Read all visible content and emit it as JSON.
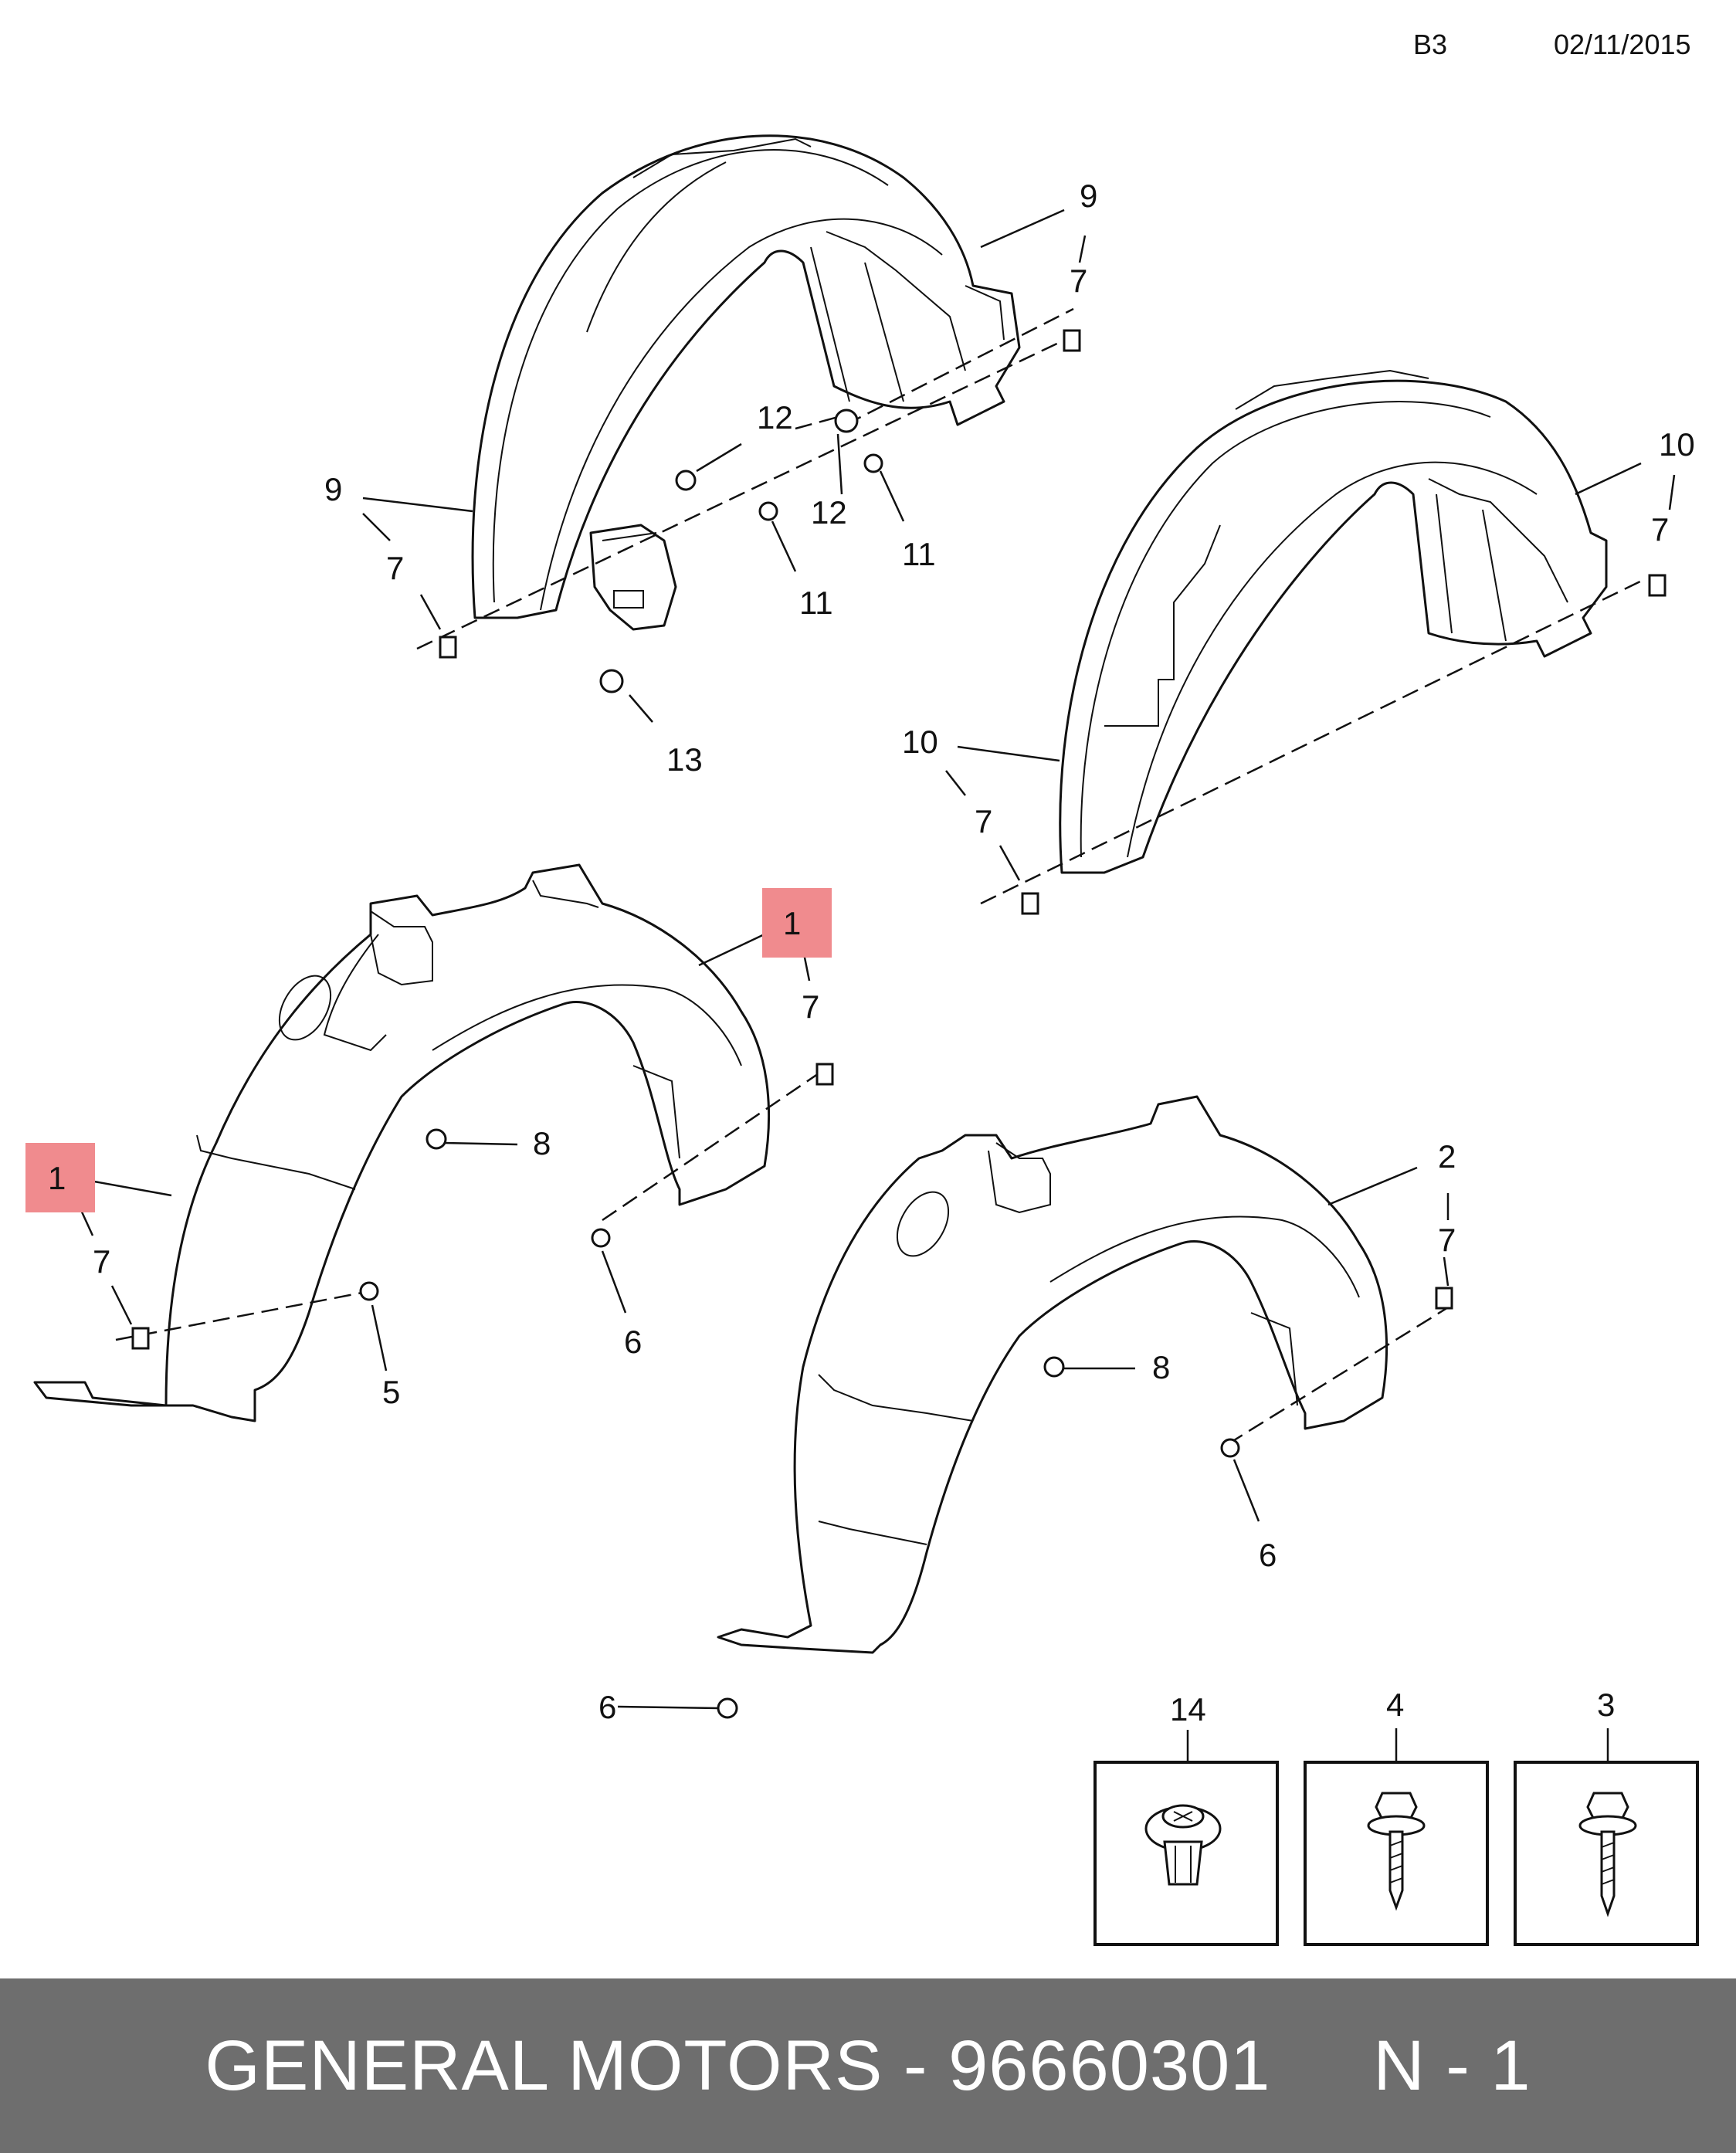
{
  "header": {
    "page_code": "B3",
    "date": "02/11/2015"
  },
  "callouts": {
    "rear_left_liner": "9",
    "rear_left_liner_top": "9",
    "clip_a": "7",
    "clip_b": "7",
    "clip_c": "7",
    "clip_d": "7",
    "clip_e": "7",
    "clip_f": "7",
    "clip_g": "7",
    "nut_a": "12",
    "nut_b": "12",
    "screw_a": "11",
    "screw_b": "11",
    "rivet_flap": "13",
    "rear_right_liner": "10",
    "rear_right_liner_bottom": "10",
    "front_left_liner": "1",
    "front_left_liner_top": "1",
    "rivet_a": "8",
    "rivet_b": "8",
    "bolt_a": "6",
    "bolt_b": "6",
    "bolt_c": "6",
    "bolt_d": "5",
    "front_right_liner": "2"
  },
  "fastener_boxes": [
    {
      "number": "14",
      "icon": "push-rivet-icon"
    },
    {
      "number": "4",
      "icon": "hex-bolt-icon"
    },
    {
      "number": "3",
      "icon": "hex-bolt-washer-icon"
    }
  ],
  "highlight_color": "#f08b8e",
  "footer": {
    "text": "GENERAL MOTORS - 96660301     N - 1"
  }
}
